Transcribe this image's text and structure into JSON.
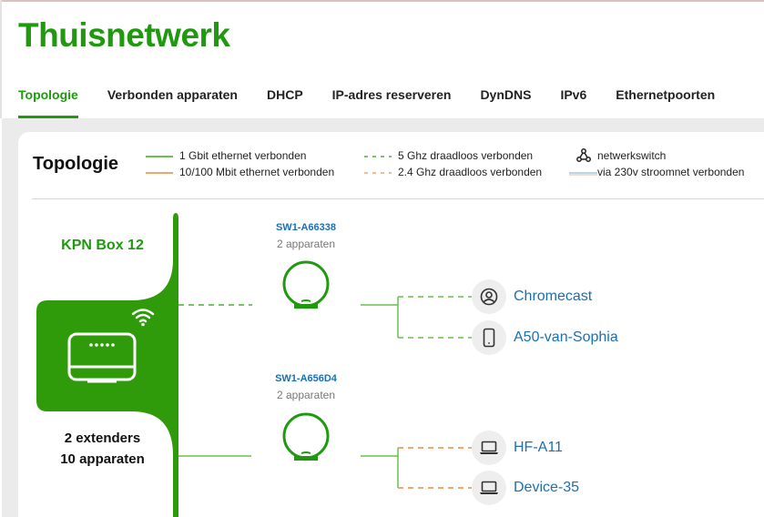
{
  "page": {
    "title": "Thuisnetwerk"
  },
  "tabs": [
    {
      "label": "Topologie",
      "active": true
    },
    {
      "label": "Verbonden apparaten",
      "active": false
    },
    {
      "label": "DHCP",
      "active": false
    },
    {
      "label": "IP-adres reserveren",
      "active": false
    },
    {
      "label": "DynDNS",
      "active": false
    },
    {
      "label": "IPv6",
      "active": false
    },
    {
      "label": "Ethernetpoorten",
      "active": false
    }
  ],
  "topology": {
    "title": "Topologie",
    "legend": [
      {
        "label": "1 Gbit ethernet verbonden",
        "style": "solid",
        "color": "#6cbf4e"
      },
      {
        "label": "10/100 Mbit ethernet verbonden",
        "style": "solid",
        "color": "#f0a36a"
      },
      {
        "label": "5 Ghz draadloos verbonden",
        "style": "dashed",
        "color": "#4caf30"
      },
      {
        "label": "2.4 Ghz draadloos verbonden",
        "style": "dashed",
        "color": "#f0a36a"
      },
      {
        "label": "netwerkswitch",
        "icon": "network-switch-icon"
      },
      {
        "label": "via 230v stroomnet verbonden",
        "style": "double",
        "color": "#9fcbe6"
      }
    ],
    "router": {
      "name": "KPN Box 12",
      "extenders_label": "2 extenders",
      "devices_label": "10 apparaten"
    },
    "extenders": [
      {
        "name": "SW1-A66338",
        "sub": "2 apparaten",
        "uplink": "5 Ghz draadloos",
        "devices": [
          {
            "name": "Chromecast",
            "icon": "user-circle-icon",
            "link": "5 Ghz draadloos"
          },
          {
            "name": "A50-van-Sophia",
            "icon": "smartphone-icon",
            "link": "5 Ghz draadloos"
          }
        ]
      },
      {
        "name": "SW1-A656D4",
        "sub": "2 apparaten",
        "uplink": "1 Gbit ethernet",
        "devices": [
          {
            "name": "HF-A11",
            "icon": "laptop-icon",
            "link": "2.4 Ghz draadloos"
          },
          {
            "name": "Device-35",
            "icon": "laptop-icon",
            "link": "2.4 Ghz draadloos"
          }
        ]
      }
    ]
  },
  "colors": {
    "brand_green": "#1f9a0e",
    "router_green": "#2f9a0a",
    "link_blue": "#1a6fb5",
    "eth_green": "#6cbf4e",
    "wifi24_orange": "#ee8a45"
  }
}
